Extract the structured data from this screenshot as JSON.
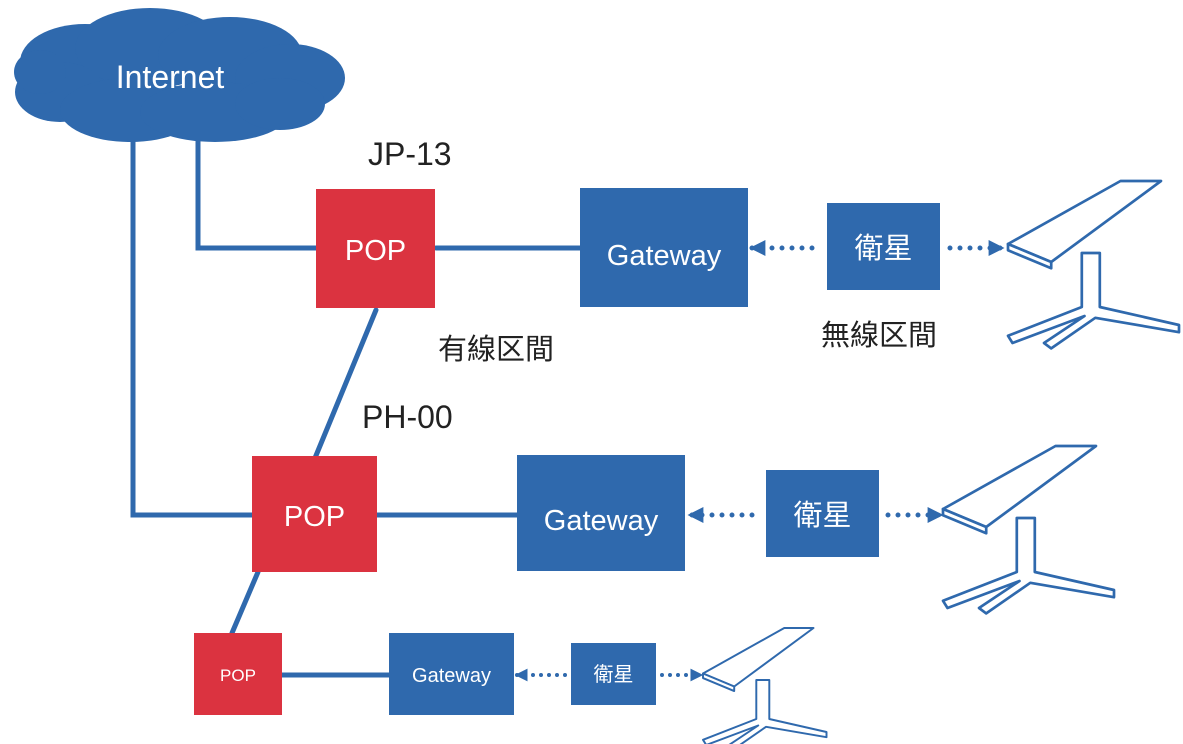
{
  "colors": {
    "blue": "#2F69AD",
    "red": "#DB3340",
    "label": "#222222",
    "white": "#FFFFFF"
  },
  "icons": {
    "cloud": "cloud-icon",
    "satellite_dish": "satellite-dish-icon"
  },
  "cloud": {
    "label": "Internet"
  },
  "labels": {
    "jp13": "JP-13",
    "ph00": "PH-00",
    "wired_section": "有線区間",
    "wireless_section": "無線区間"
  },
  "sites": [
    {
      "id": "jp-13",
      "pop": "POP",
      "gateway": "Gateway",
      "satellite": "衛星"
    },
    {
      "id": "ph-00",
      "pop": "POP",
      "gateway": "Gateway",
      "satellite": "衛星"
    },
    {
      "id": "third",
      "pop": "POP",
      "gateway": "Gateway",
      "satellite": "衛星"
    }
  ]
}
